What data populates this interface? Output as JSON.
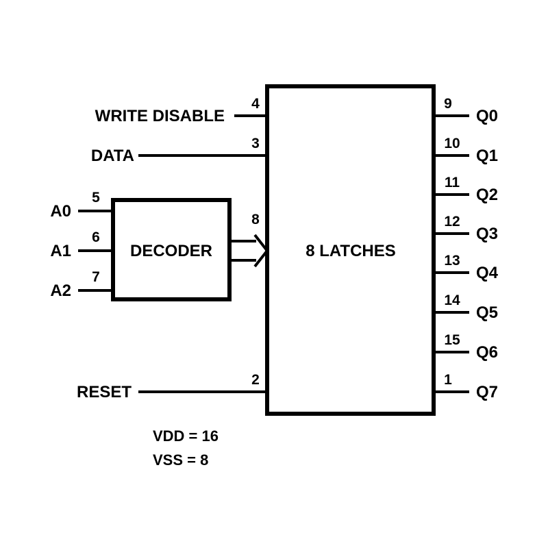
{
  "diagram": {
    "latch_block": {
      "label": "8 LATCHES"
    },
    "decoder_block": {
      "label": "DECODER"
    },
    "inputs": {
      "write_disable": {
        "label": "WRITE DISABLE",
        "pin": "4"
      },
      "data": {
        "label": "DATA",
        "pin": "3"
      },
      "reset": {
        "label": "RESET",
        "pin": "2"
      }
    },
    "decoder_inputs": [
      {
        "label": "A0",
        "pin": "5"
      },
      {
        "label": "A1",
        "pin": "6"
      },
      {
        "label": "A2",
        "pin": "7"
      }
    ],
    "bus_pin": "8",
    "outputs": [
      {
        "label": "Q0",
        "pin": "9"
      },
      {
        "label": "Q1",
        "pin": "10"
      },
      {
        "label": "Q2",
        "pin": "11"
      },
      {
        "label": "Q3",
        "pin": "12"
      },
      {
        "label": "Q4",
        "pin": "13"
      },
      {
        "label": "Q5",
        "pin": "14"
      },
      {
        "label": "Q6",
        "pin": "15"
      },
      {
        "label": "Q7",
        "pin": "1"
      }
    ],
    "power": {
      "vdd": "VDD = 16",
      "vss": "VSS = 8"
    }
  }
}
